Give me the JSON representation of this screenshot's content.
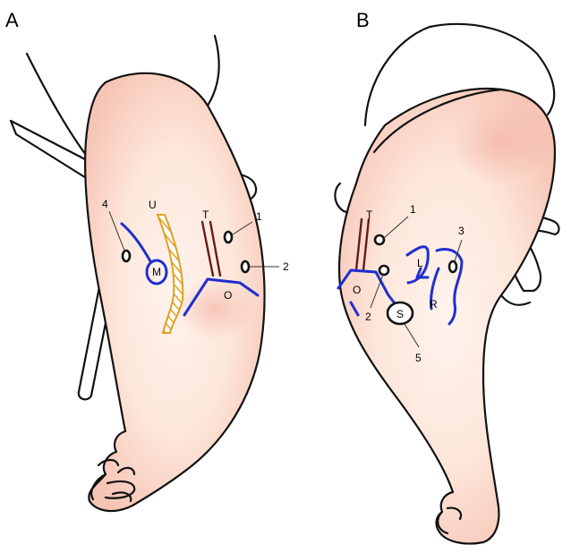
{
  "panels": {
    "A": {
      "letter": "A",
      "structures": {
        "ulnar": "U",
        "medial": "M",
        "triceps": "T",
        "olecranon": "O"
      },
      "portals": {
        "p1": "1",
        "p2": "2",
        "p4": "4"
      }
    },
    "B": {
      "letter": "B",
      "structures": {
        "triceps": "T",
        "olecranon": "O",
        "lateral": "L",
        "radial": "R",
        "soft_spot": "S"
      },
      "portals": {
        "p1": "1",
        "p2": "2",
        "p3": "3",
        "p5": "5"
      }
    }
  },
  "colors": {
    "skin": "#fde3d6",
    "skin_shade": "#f4b7a6",
    "nerve_blue": "#1f2fd0",
    "tendon_brown": "#6a1a14",
    "ulnar_gold": "#e0a020"
  }
}
